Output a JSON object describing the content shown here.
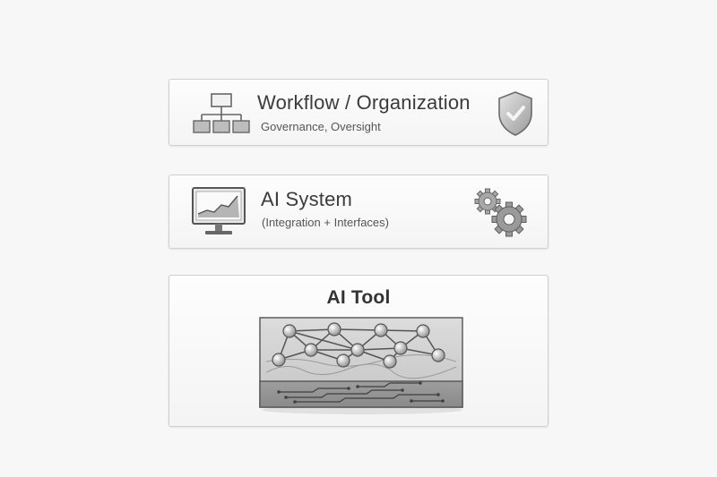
{
  "layers": {
    "workflow": {
      "title": "Workflow / Organization",
      "subtitle": "Governance, Oversight",
      "icons": [
        "org-chart-icon",
        "shield-check-icon"
      ]
    },
    "system": {
      "title": "AI System",
      "subtitle": "(Integration + Interfaces)",
      "icons": [
        "monitor-chart-icon",
        "gears-icon"
      ]
    },
    "tool": {
      "title": "AI Tool",
      "icons": [
        "neural-network-chip-icon"
      ]
    }
  },
  "colors": {
    "card_border": "#cfcfcf",
    "text": "#3b3b3b",
    "icon_gray": "#8a8a8a"
  }
}
